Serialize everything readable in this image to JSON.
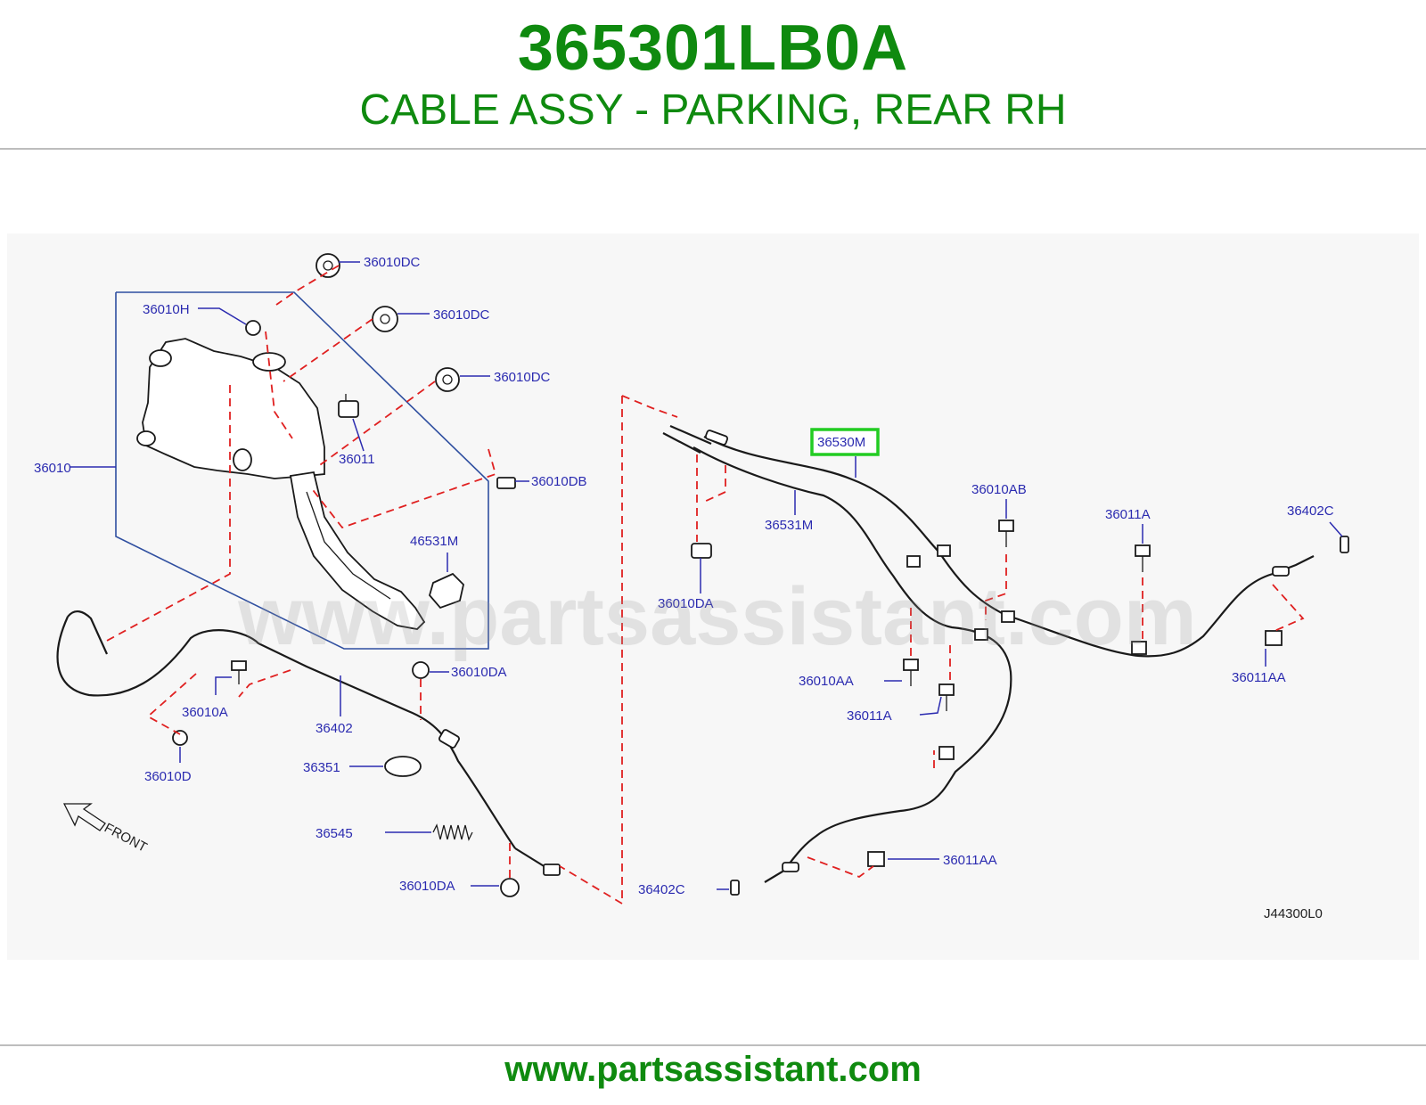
{
  "header": {
    "part_number": "365301LB0A",
    "part_name": "CABLE ASSY - PARKING, REAR RH"
  },
  "diagram": {
    "watermark": "www.partsassistant.com",
    "figure_code": "J44300L0",
    "direction_label": "FRONT",
    "highlighted_part": "36530M",
    "callouts": {
      "c36010DC_1": "36010DC",
      "c36010DC_2": "36010DC",
      "c36010DC_3": "36010DC",
      "c36010H": "36010H",
      "c36010": "36010",
      "c36011": "36011",
      "c36010DB": "36010DB",
      "c46531M": "46531M",
      "c36010DA_1": "36010DA",
      "c36010A": "36010A",
      "c36402": "36402",
      "c36351": "36351",
      "c36010D": "36010D",
      "c36545": "36545",
      "c36010DA_2": "36010DA",
      "c36530M": "36530M",
      "c36531M": "36531M",
      "c36010DA_3": "36010DA",
      "c36010AB": "36010AB",
      "c36011A_1": "36011A",
      "c36402C_1": "36402C",
      "c36010AA": "36010AA",
      "c36011A_2": "36011A",
      "c36011AA_1": "36011AA",
      "c36011AA_2": "36011AA",
      "c36402C_2": "36402C"
    }
  },
  "footer": {
    "url": "www.partsassistant.com"
  }
}
